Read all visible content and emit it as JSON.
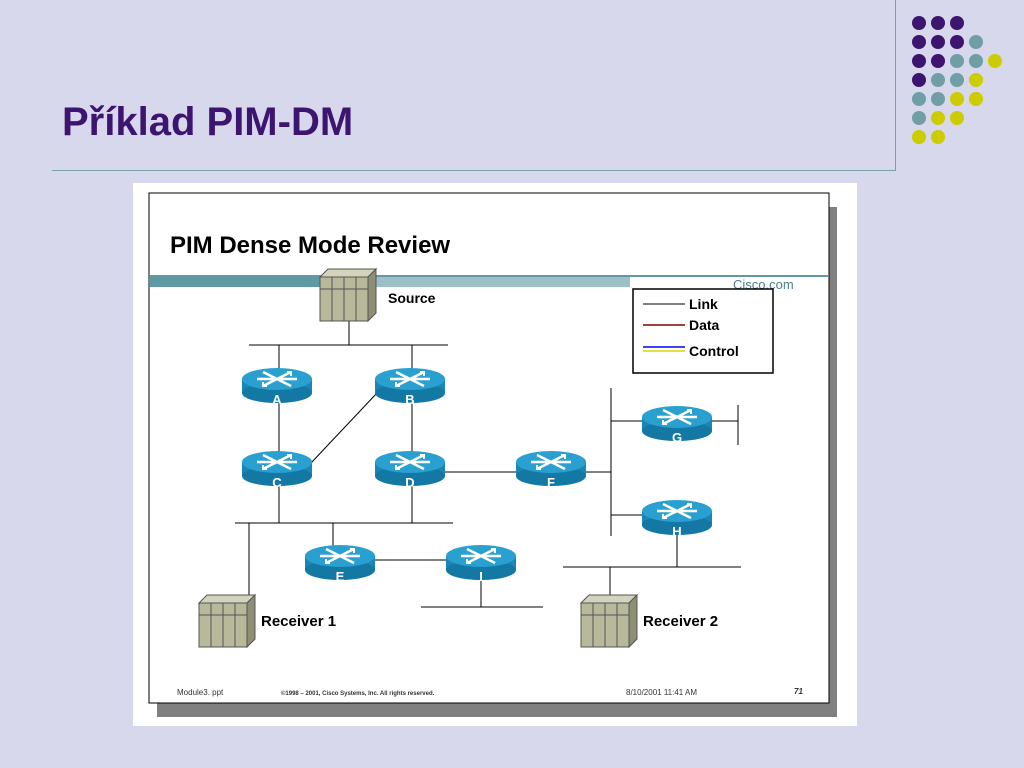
{
  "slide": {
    "title": "Příklad PIM-DM"
  },
  "decoration": {
    "dot_colors": {
      "purple": "#3d1470",
      "teal": "#6f9ea6",
      "yellow": "#cccc00"
    }
  },
  "figure": {
    "heading": "PIM Dense Mode Review",
    "brand": "Cisco.com",
    "source_label": "Source",
    "receivers": [
      "Receiver 1",
      "Receiver 2"
    ],
    "routers": [
      "A",
      "B",
      "C",
      "D",
      "E",
      "F",
      "G",
      "H",
      "I"
    ],
    "legend": {
      "items": [
        "Link",
        "Data",
        "Control"
      ],
      "colors": {
        "link": "#000000",
        "data": "#800000",
        "control_1": "#0000ff",
        "control_2": "#ffff00"
      }
    },
    "footer": {
      "module": "Module3. ppt",
      "copyright": "©1998 – 2001, Cisco Systems, Inc. All rights reserved.",
      "date": "8/10/2001 11:41 AM",
      "page": "71"
    },
    "router_color": "#1f8fbf",
    "server_color": "#b8b89a"
  }
}
